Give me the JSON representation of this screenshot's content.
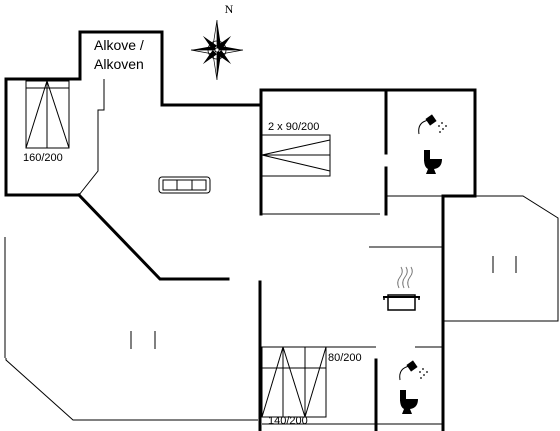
{
  "compass": {
    "north_label": "N"
  },
  "rooms": {
    "alcove": {
      "label_line1": "Alkove /",
      "label_line2": "Alkoven"
    },
    "bedroom_left": {
      "bed_label": "160/200"
    },
    "bedroom_twin": {
      "bed_label": "2 x 90/200"
    },
    "bedroom_bottom": {
      "bed_label_a": "80/200",
      "bed_label_b": "140/200"
    }
  },
  "icons": [
    "compass-icon",
    "sofa-icon",
    "shower-icon",
    "toilet-icon",
    "cooking-pot-icon",
    "steam-icon",
    "window-icon",
    "double-bed-icon",
    "single-bed-icon"
  ]
}
